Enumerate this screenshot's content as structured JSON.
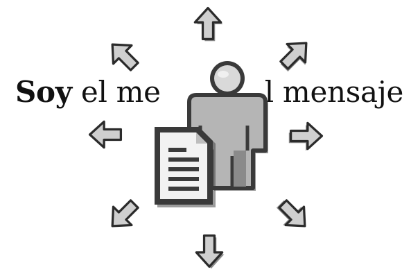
{
  "caption": {
    "bold_word": "Soy",
    "rest_left": "el me",
    "rest_right": "l mensaje"
  },
  "icons": {
    "center": "person-with-document-icon",
    "arrows": [
      "arrow-up-icon",
      "arrow-up-right-icon",
      "arrow-right-icon",
      "arrow-down-right-icon",
      "arrow-down-icon",
      "arrow-down-left-icon",
      "arrow-left-icon",
      "arrow-up-left-icon"
    ]
  },
  "colors": {
    "arrow_fill": "#cfcfcf",
    "arrow_stroke": "#2b2b2b",
    "person_fill": "#b5b5b5",
    "person_head": "#d9d9d9",
    "outline": "#3a3a3a",
    "document_paper": "#f2f2f2",
    "text": "#111111"
  }
}
